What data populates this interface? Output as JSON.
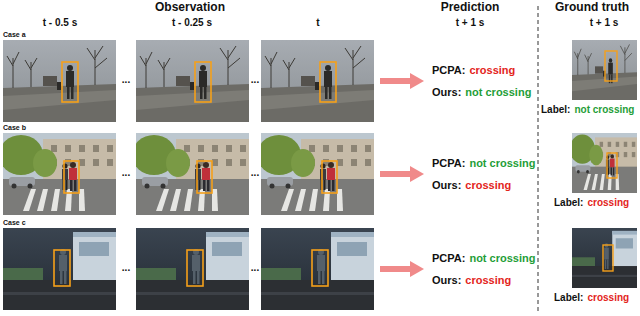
{
  "diagram": {
    "labels": [
      "Observation",
      "t - 0.5 s",
      "t - 0.25 s",
      "t",
      "Prediction",
      "t + 1 s",
      "Ground truth",
      "t + 1 s",
      "Case a",
      "...",
      "...",
      "PCPA:",
      "crossing",
      "Ours:",
      "not crossing",
      "Label:",
      "not crossing",
      "Case b",
      "...",
      "...",
      "PCPA:",
      "not crossing",
      "Ours:",
      "crossing",
      "Label:",
      "crossing",
      "Case c",
      "...",
      "...",
      "PCPA:",
      "not crossing",
      "Ours:",
      "crossing",
      "Label:",
      "crossing"
    ]
  }
}
